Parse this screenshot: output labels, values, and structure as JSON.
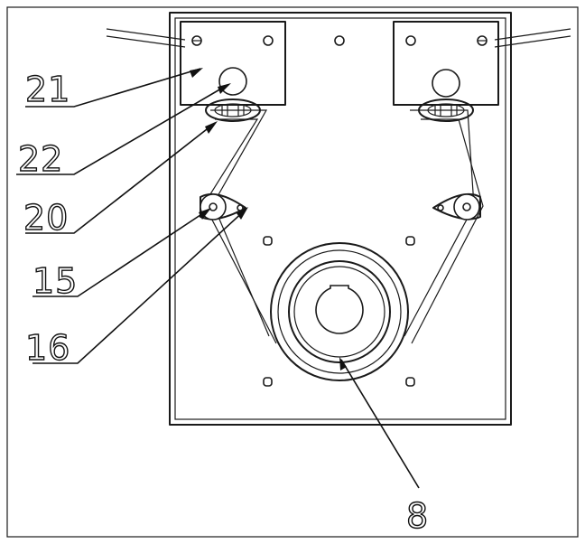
{
  "labels": {
    "l21": "21",
    "l22": "22",
    "l20": "20",
    "l15": "15",
    "l16": "16",
    "l8": "8"
  }
}
